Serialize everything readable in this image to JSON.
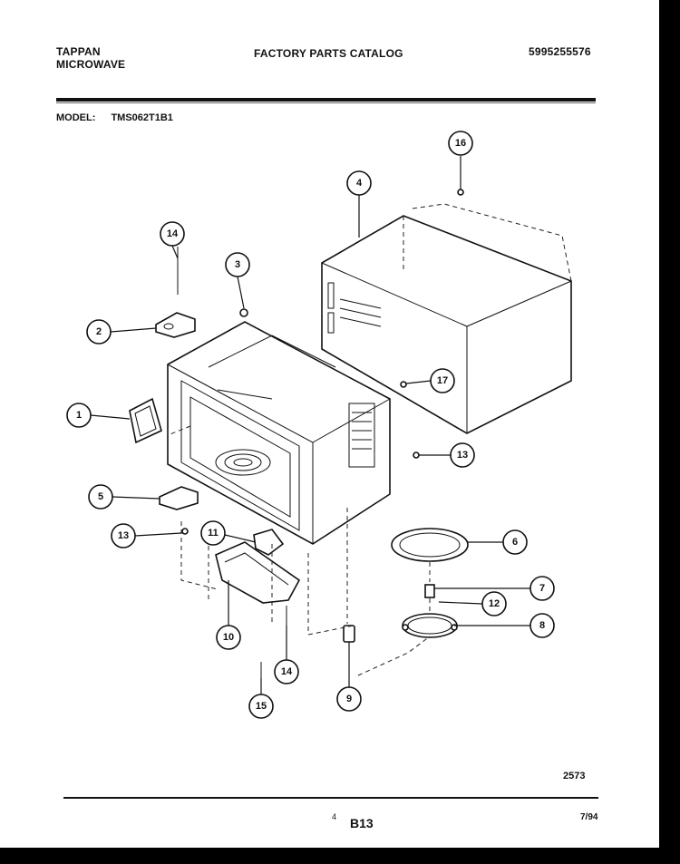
{
  "header": {
    "brand_line1": "TAPPAN",
    "brand_line2": "MICROWAVE",
    "title": "FACTORY PARTS CATALOG",
    "catalog_number": "5995255576"
  },
  "model": {
    "label": "MODEL:",
    "value": "TMS062T1B1"
  },
  "callouts": [
    "1",
    "2",
    "3",
    "4",
    "5",
    "6",
    "7",
    "8",
    "9",
    "10",
    "11",
    "12",
    "13",
    "13",
    "14",
    "14",
    "15",
    "16",
    "17"
  ],
  "footer": {
    "reference": "2573",
    "page": "4",
    "section": "B13",
    "date": "7/94"
  }
}
